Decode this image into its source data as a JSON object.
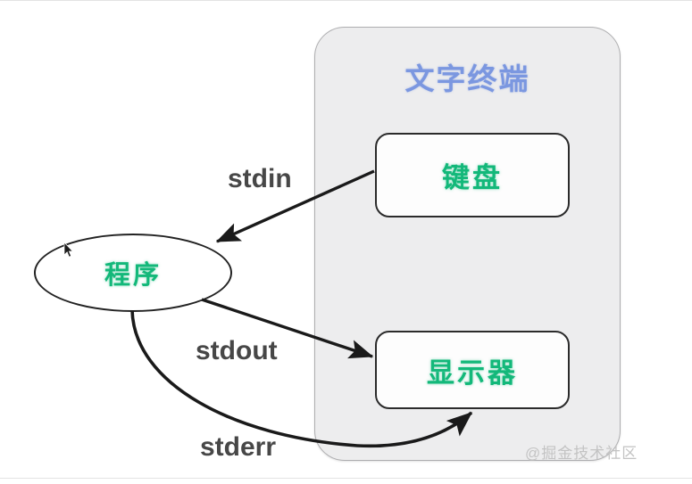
{
  "diagram": {
    "title": "文字终端",
    "container_label": "文字终端",
    "nodes": {
      "program": "程序",
      "keyboard": "键盘",
      "display": "显示器"
    },
    "edges": {
      "stdin": "stdin",
      "stdout": "stdout",
      "stderr": "stderr"
    },
    "watermark": "@掘金技术社区",
    "colors": {
      "title_blue": "#7b97e0",
      "node_green": "#13b87a",
      "label_gray": "#474747",
      "container_fill": "#ededee",
      "container_border": "#aeaeb0",
      "node_border": "#2b2b2b",
      "arrow": "#1a1a1a",
      "watermark": "#c3c3c3"
    },
    "flow": [
      {
        "from": "键盘",
        "to": "程序",
        "label": "stdin"
      },
      {
        "from": "程序",
        "to": "显示器",
        "label": "stdout"
      },
      {
        "from": "程序",
        "to": "显示器",
        "label": "stderr"
      }
    ]
  }
}
